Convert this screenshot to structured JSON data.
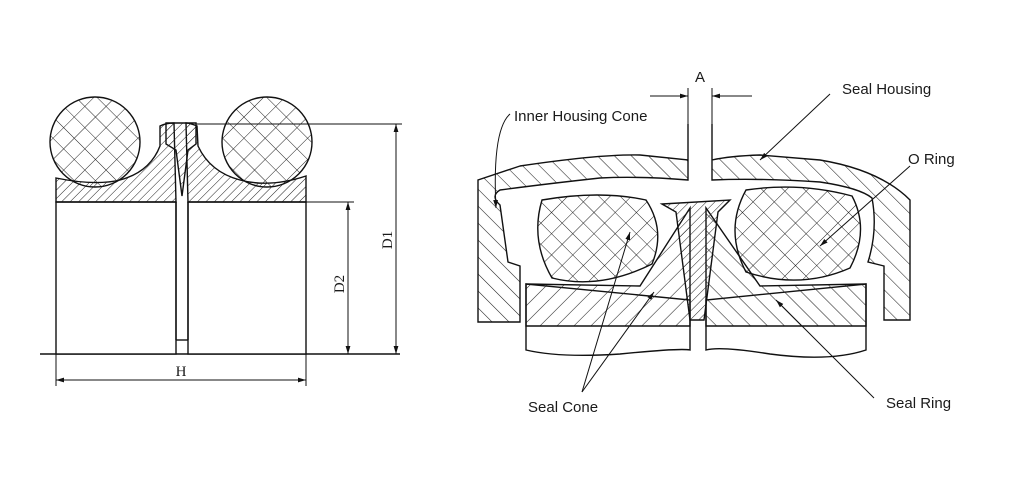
{
  "left_view": {
    "dimensions": {
      "overall_height": "D1",
      "inner_height": "D2",
      "width": "H"
    }
  },
  "right_view": {
    "gap_label": "A",
    "callouts": {
      "inner_housing_cone": "Inner Housing Cone",
      "seal_housing": "Seal Housing",
      "o_ring": "O Ring",
      "seal_cone": "Seal Cone",
      "seal_ring": "Seal Ring"
    }
  }
}
